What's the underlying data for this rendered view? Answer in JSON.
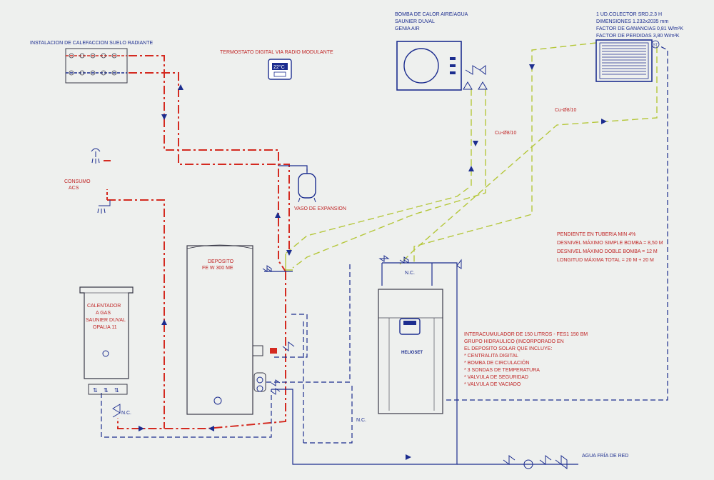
{
  "labels": {
    "floor_heating": "INSTALACION DE CALEFACCION SUELO RADIANTE",
    "thermostat": "TERMOSTATO DIGITAL VIA RADIO MODULANTE",
    "heat_pump": [
      "BOMBA DE CALOR AIRE/AGUA",
      "SAUNIER DUVAL",
      "GENIA AIR"
    ],
    "collector": [
      "1 UD.COLECTOR SRD.2.3 H",
      "DIMENSIONES 1.232x2035 mm",
      "FACTOR DE GANANCIAS 0,81 W/m²K",
      "FACTOR DE PERDIDAS 3,80 W/m²K"
    ],
    "consumo": [
      "CONSUMO",
      "ACS"
    ],
    "vaso": "VASO DE EXPANSION",
    "deposito": [
      "DEPOSITO",
      "FE W 300 ME"
    ],
    "calentador": [
      "CALENTADOR",
      "A GAS",
      "SAUNIER DUVAL",
      "OPALIA 11"
    ],
    "pipe_left": "Cu-Ø8/10",
    "pipe_right": "Cu-Ø8/10",
    "pendiente": [
      "PENDIENTE EN TUBERIA MIN 4%",
      "DESNIVEL MÁXIMO SIMPLE BOMBA = 8,50 M",
      "DESNIVEL MÁXIMO DOBLE BOMBA = 12 M",
      "LONGITUD MÁXIMA TOTAL = 20 M + 20 M"
    ],
    "interacumulador": [
      "INTERACUMULADOR DE 150 LITROS - FES1 150 BM",
      "GRUPO HIDRAULICO (INCORPORADO EN",
      "EL DEPOSITO  SOLAR QUE INCLUYE:",
      "* CENTRALITA DIGITAL",
      "* BOMBA DE CIRCULACIÓN",
      "* 3 SONDAS DE TEMPERATURA",
      "* VALVULA DE SEGURIDAD",
      "* VALVULA DE VACIADO"
    ],
    "helioset": "HELIOSET",
    "nc": "N.C.",
    "agua_fria": "AGUA FRÍA DE RED",
    "st": "ST",
    "thermostat_display": "22°C"
  },
  "colors": {
    "background": "#eef0ee",
    "blue": "#1c2d8f",
    "red": "#d42a20",
    "green": "#b5c73a",
    "dark": "#3a3a48"
  },
  "icons": [
    "shower-icon",
    "faucet-icon",
    "valve-icon",
    "pump-icon",
    "flow-arrow-icon",
    "thermostat-icon",
    "fan-icon"
  ]
}
